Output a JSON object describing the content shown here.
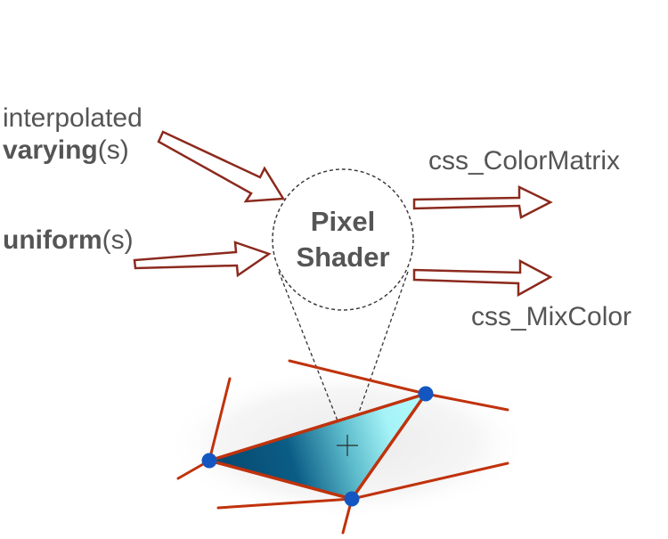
{
  "inputs": {
    "varying": {
      "prefix": "interpolated",
      "bold": "varying",
      "suffix": "(s)"
    },
    "uniform": {
      "bold": "uniform",
      "suffix": "(s)"
    }
  },
  "shader": {
    "line1": "Pixel",
    "line2": "Shader"
  },
  "outputs": {
    "color_matrix": "css_ColorMatrix",
    "mix_color": "css_MixColor"
  },
  "colors": {
    "arrow": "#8b2a1e",
    "text": "#555555",
    "edge": "#c0320c",
    "vertex": "#1356c2",
    "fill_dark": "#06476e",
    "fill_light": "#aaf8fb"
  }
}
